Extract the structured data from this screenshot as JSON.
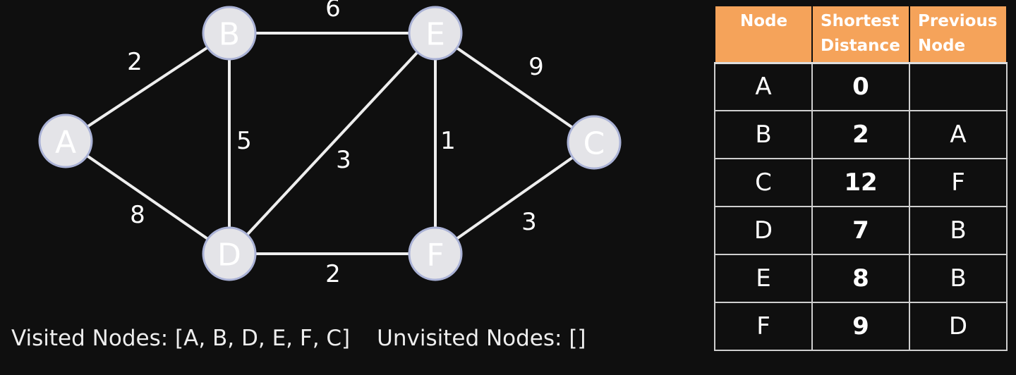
{
  "graph": {
    "nodes": [
      {
        "id": "A",
        "label": "A"
      },
      {
        "id": "B",
        "label": "B"
      },
      {
        "id": "C",
        "label": "C"
      },
      {
        "id": "D",
        "label": "D"
      },
      {
        "id": "E",
        "label": "E"
      },
      {
        "id": "F",
        "label": "F"
      }
    ],
    "edges": [
      {
        "from": "A",
        "to": "B",
        "weight": "2"
      },
      {
        "from": "A",
        "to": "D",
        "weight": "8"
      },
      {
        "from": "B",
        "to": "E",
        "weight": "6"
      },
      {
        "from": "B",
        "to": "D",
        "weight": "5"
      },
      {
        "from": "D",
        "to": "E",
        "weight": "3"
      },
      {
        "from": "E",
        "to": "F",
        "weight": "1"
      },
      {
        "from": "E",
        "to": "C",
        "weight": "9"
      },
      {
        "from": "D",
        "to": "F",
        "weight": "2"
      },
      {
        "from": "F",
        "to": "C",
        "weight": "3"
      }
    ]
  },
  "status": {
    "visited_text": "Visited Nodes: [A, B, D, E, F, C]",
    "unvisited_text": "Unvisited Nodes: []"
  },
  "table": {
    "headers": [
      "Node",
      "Shortest\nDistance",
      "Previous\nNode"
    ],
    "rows": [
      {
        "node": "A",
        "distance": "0",
        "previous": ""
      },
      {
        "node": "B",
        "distance": "2",
        "previous": "A"
      },
      {
        "node": "C",
        "distance": "12",
        "previous": "F"
      },
      {
        "node": "D",
        "distance": "7",
        "previous": "B"
      },
      {
        "node": "E",
        "distance": "8",
        "previous": "B"
      },
      {
        "node": "F",
        "distance": "9",
        "previous": "D"
      }
    ]
  },
  "colors": {
    "background": "#0f0f0f",
    "header_fill": "#f5a35a",
    "node_fill": "#e4e4e8",
    "node_stroke": "#aab2d6",
    "edge": "#eeeeee"
  }
}
